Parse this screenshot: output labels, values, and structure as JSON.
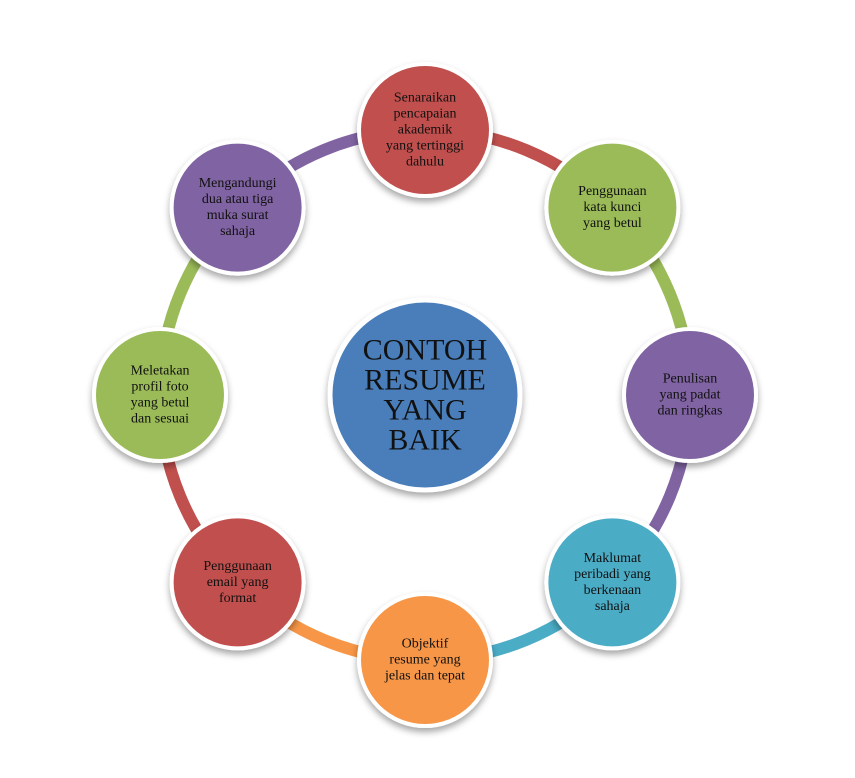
{
  "center": {
    "lines": [
      "CONTOH",
      "RESUME",
      "YANG",
      "BAIK"
    ],
    "color": "#4A7EBB"
  },
  "nodes": [
    {
      "lines": [
        "Senaraikan",
        "pencapaian",
        "akademik",
        "yang tertinggi",
        "dahulu"
      ],
      "color": "#C0504D"
    },
    {
      "lines": [
        "Penggunaan",
        "kata kunci",
        "yang betul"
      ],
      "color": "#9BBB59"
    },
    {
      "lines": [
        "Penulisan",
        "yang padat",
        "dan ringkas"
      ],
      "color": "#8064A2"
    },
    {
      "lines": [
        "Maklumat",
        "peribadi yang",
        "berkenaan",
        "sahaja"
      ],
      "color": "#4BACC6"
    },
    {
      "lines": [
        "Objektif",
        "resume yang",
        "jelas dan tepat"
      ],
      "color": "#F79646"
    },
    {
      "lines": [
        "Penggunaan",
        "email yang",
        "format"
      ],
      "color": "#C0504D"
    },
    {
      "lines": [
        "Meletakan",
        "profil foto",
        "yang betul",
        "dan sesuai"
      ],
      "color": "#9BBB59"
    },
    {
      "lines": [
        "Mengandungi",
        "dua atau tiga",
        "muka surat",
        "sahaja"
      ],
      "color": "#8064A2"
    }
  ]
}
